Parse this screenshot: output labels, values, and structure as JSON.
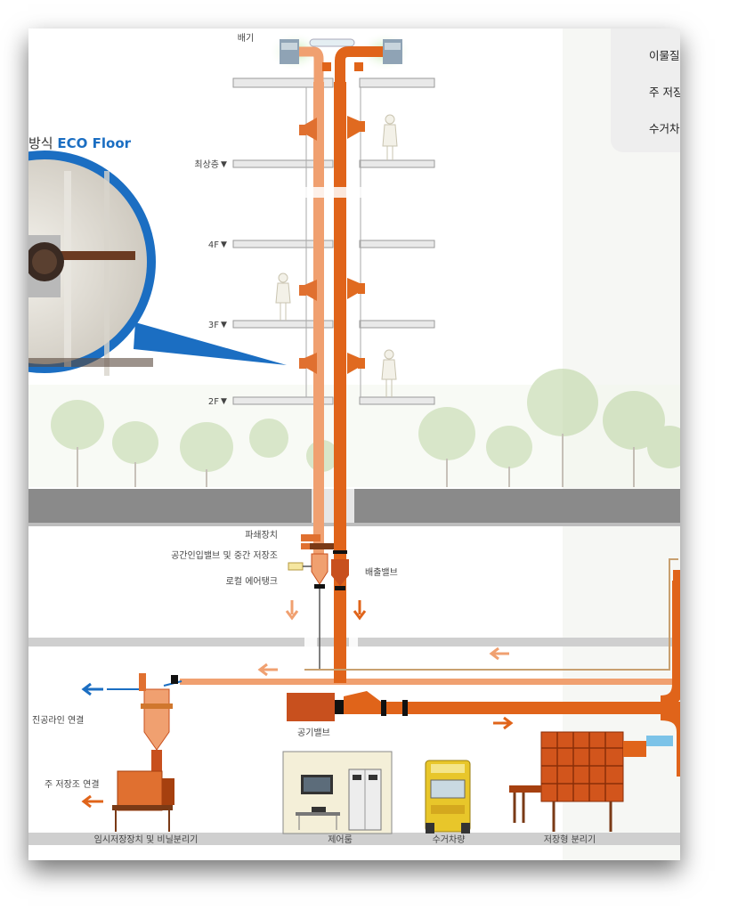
{
  "header": {
    "title_prefix": "방식",
    "title_brand": "ECO Floor"
  },
  "legend": {
    "items": [
      "이물질",
      "주 저장",
      "수거차"
    ]
  },
  "floors": {
    "exhaust": "배기",
    "top": "최상층",
    "f4": "4F",
    "f3": "3F",
    "f2": "2F"
  },
  "components": {
    "shredder": "파쇄장치",
    "inlet_valve": "공간인입밸브 및 중간 저장조",
    "local_tank": "로컬 에어탱크",
    "discharge_valve": "배출밸브",
    "vacuum_link": "진공라인 연결",
    "main_storage_link": "주 저장조 연결",
    "air_valve": "공기밸브"
  },
  "bottom_labels": {
    "temp_storage": "임시저장장치 및 비닐분리기",
    "control_room": "제어룸",
    "truck": "수거차량",
    "separator": "저장형 분리기"
  },
  "colors": {
    "pipe_dark": "#e0641a",
    "pipe_light": "#f0a070",
    "equipment": "#c8501e",
    "accent_blue": "#1b6ec2",
    "ground": "#8a8a8a",
    "legend_dot": "#c7d400"
  }
}
